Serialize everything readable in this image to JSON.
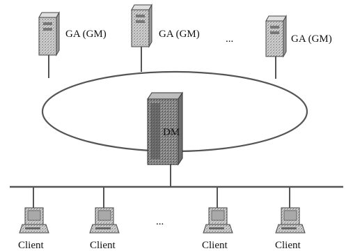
{
  "diagram": {
    "servers": [
      {
        "label": "GA (GM)"
      },
      {
        "label": "GA (GM)"
      },
      {
        "label": "GA (GM)"
      }
    ],
    "servers_ellipsis": "...",
    "center": {
      "label": "DM"
    },
    "clients": [
      {
        "label": "Client"
      },
      {
        "label": "Client"
      },
      {
        "label": "Client"
      },
      {
        "label": "Client"
      }
    ],
    "clients_ellipsis": "...",
    "colors": {
      "stroke": "#555555",
      "server_fill": "#c8c8c8",
      "dm_fill": "#8a8a8a"
    }
  }
}
